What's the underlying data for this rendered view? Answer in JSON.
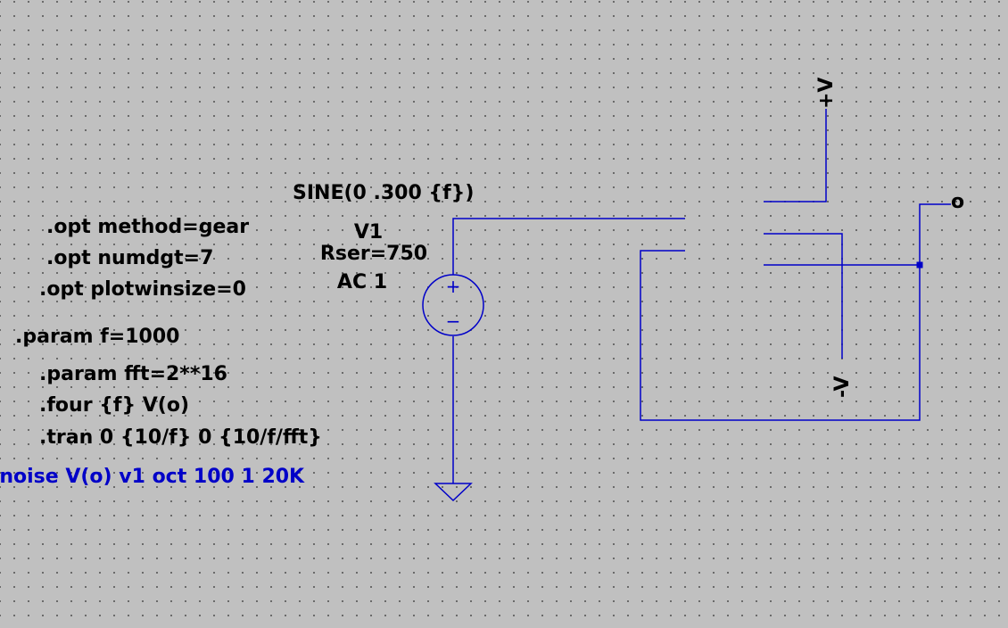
{
  "directives": {
    "opt_method": ".opt method=gear",
    "opt_numdgt": ".opt numdgt=7",
    "opt_plotwinsize": ".opt plotwinsize=0",
    "param_f": ".param f=1000",
    "param_fft": ".param fft=2**16",
    "four": ".four {f} V(o)",
    "tran": ".tran 0 {10/f} 0 {10/f/fft}",
    "noise": ".noise V(o) v1 oct 100 1 20K"
  },
  "source": {
    "value": "SINE(0 .300 {f})",
    "name": "V1",
    "rser": "Rser=750",
    "ac": "AC 1",
    "plus_sign": "+",
    "minus_sign": "−"
  },
  "labels": {
    "supply_pos": "+V",
    "supply_neg": "-V",
    "output": "o"
  },
  "colors": {
    "wire": "#0000c8",
    "background": "#c0c0c0",
    "text": "#000000",
    "comment_text": "#0000c8"
  }
}
